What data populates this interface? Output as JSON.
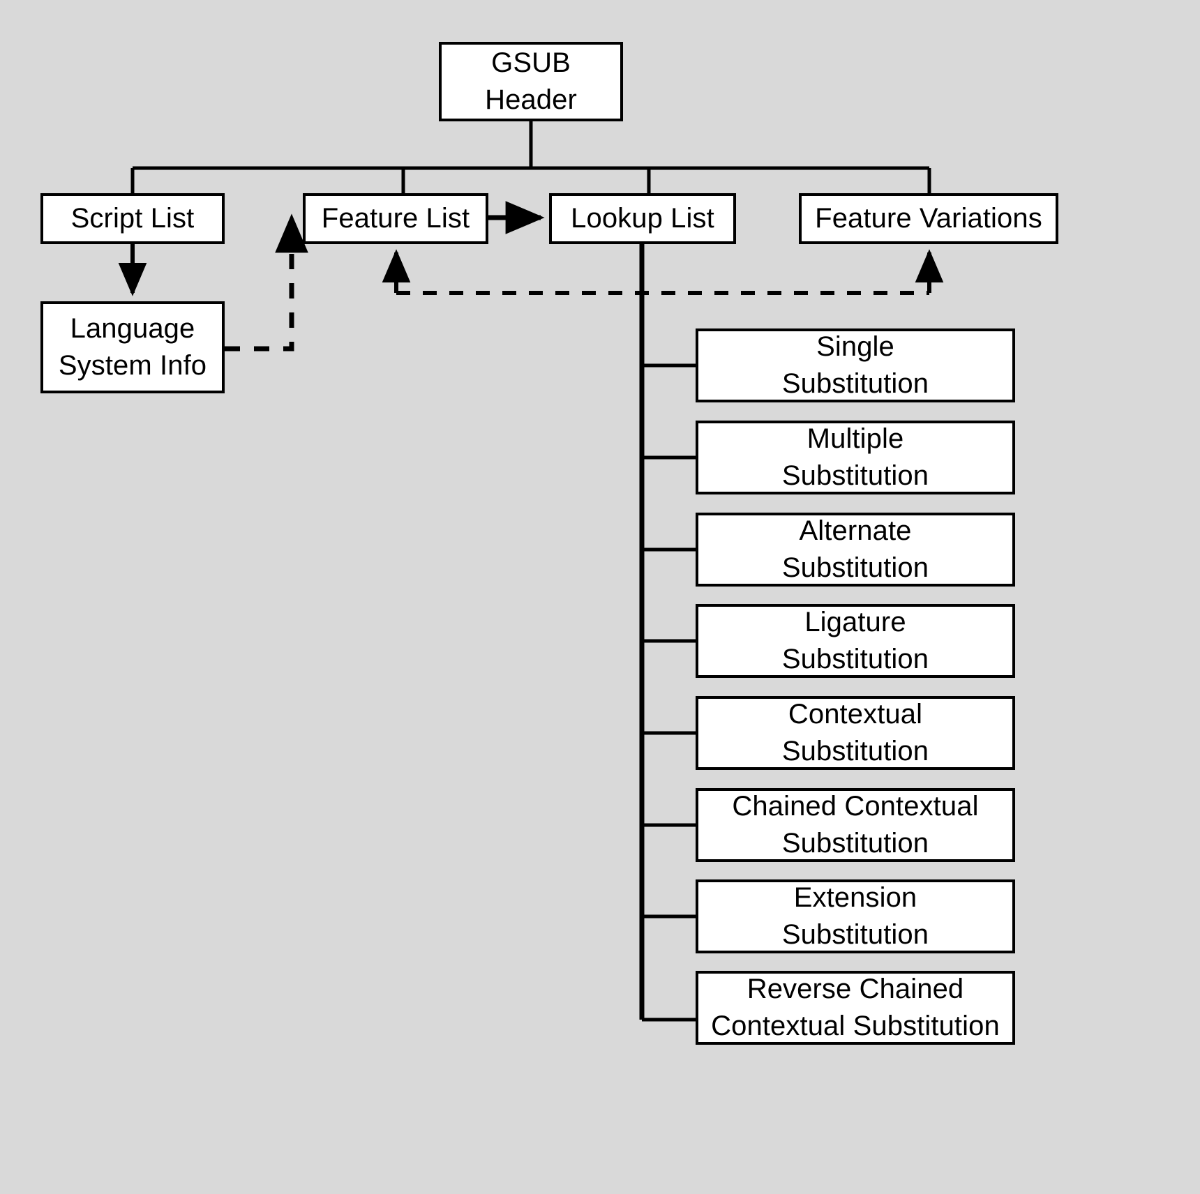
{
  "diagram": {
    "title_node": {
      "lines": [
        "GSUB",
        "Header"
      ]
    },
    "level2": [
      {
        "id": "script-list",
        "lines": [
          "Script List"
        ]
      },
      {
        "id": "feature-list",
        "lines": [
          "Feature List"
        ]
      },
      {
        "id": "lookup-list",
        "lines": [
          "Lookup List"
        ]
      },
      {
        "id": "feature-variations",
        "lines": [
          "Feature Variations"
        ]
      }
    ],
    "language_system": {
      "lines": [
        "Language",
        "System Info"
      ]
    },
    "lookup_subtypes": [
      {
        "id": "single-substitution",
        "lines": [
          "Single",
          "Substitution"
        ]
      },
      {
        "id": "multiple-substitution",
        "lines": [
          "Multiple",
          "Substitution"
        ]
      },
      {
        "id": "alternate-substitution",
        "lines": [
          "Alternate",
          "Substitution"
        ]
      },
      {
        "id": "ligature-substitution",
        "lines": [
          "Ligature",
          "Substitution"
        ]
      },
      {
        "id": "contextual-substitution",
        "lines": [
          "Contextual",
          "Substitution"
        ]
      },
      {
        "id": "chained-contextual-substitution",
        "lines": [
          "Chained Contextual",
          "Substitution"
        ]
      },
      {
        "id": "extension-substitution",
        "lines": [
          "Extension",
          "Substitution"
        ]
      },
      {
        "id": "reverse-chained-contextual-substitution",
        "lines": [
          "Reverse Chained",
          "Contextual Substitution"
        ]
      }
    ],
    "colors": {
      "background": "#d9d9d9",
      "box_fill": "#ffffff",
      "stroke": "#000000"
    }
  }
}
